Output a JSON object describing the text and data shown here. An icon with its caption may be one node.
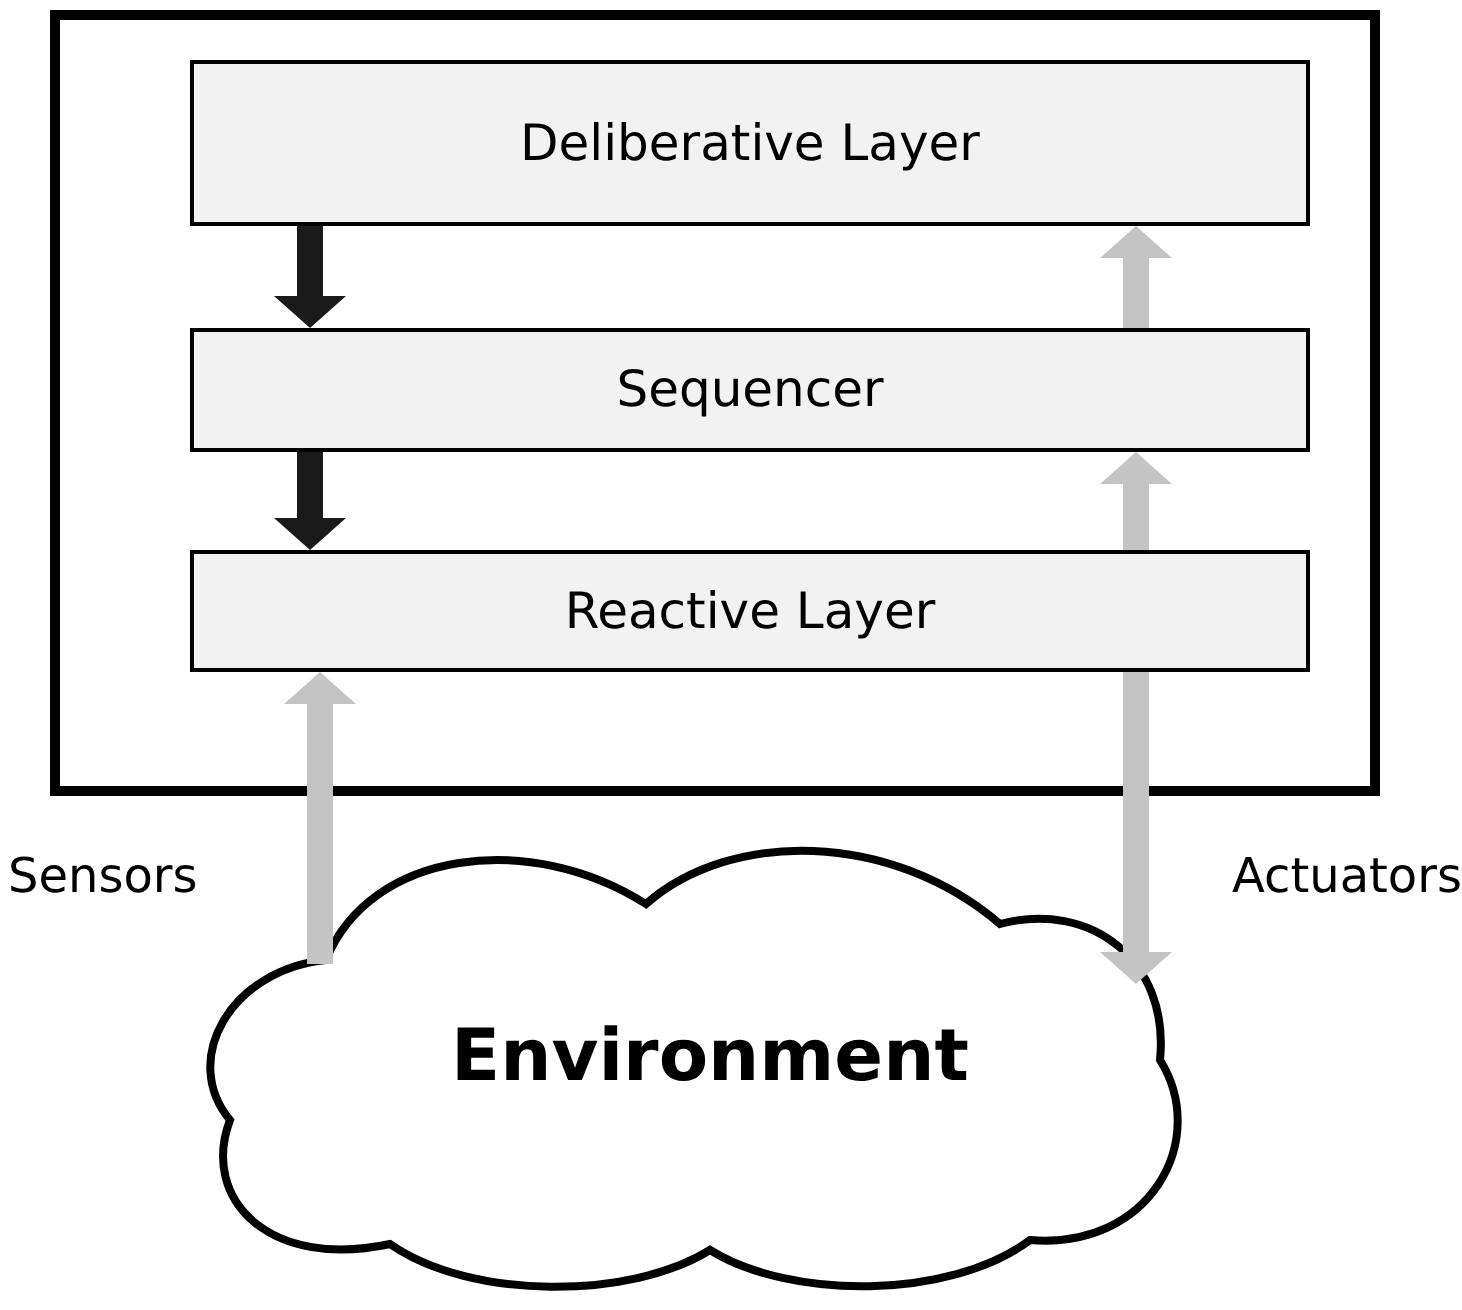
{
  "diagram": {
    "nodes": [
      {
        "text": [],
        "shape": "box"
      },
      {
        "text": [
          "Deliberative Layer"
        ],
        "in": 0
      },
      {
        "text": [
          "Sequencer"
        ],
        "in": 0
      },
      {
        "text": [
          "Reactive Layer"
        ],
        "in": 0
      },
      {
        "text": [
          "Environment"
        ]
      }
    ],
    "edges": [
      {
        "from": 1,
        "to": 2,
        "arrow": "to",
        "color": "#1a1a1a"
      },
      {
        "from": 2,
        "to": 3,
        "arrow": "to",
        "color": "#1a1a1a"
      },
      {
        "from": 2,
        "to": 1,
        "arrow": "to"
      },
      {
        "from": 3,
        "to": 2,
        "arrow": "to"
      },
      {
        "from": 4,
        "to": 3,
        "arrow": "to",
        "label": "Sensors"
      },
      {
        "from": 3,
        "to": 4,
        "arrow": "to",
        "label": "Actuators"
      }
    ]
  }
}
